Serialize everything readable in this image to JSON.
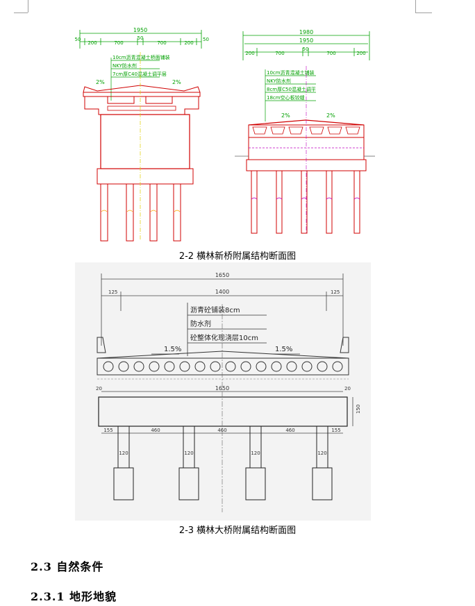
{
  "figures": [
    {
      "id": "fig1",
      "caption": "2-2 横林新桥附属结构断面图",
      "left_drawing": {
        "total_width": "1950",
        "dims": [
          "50",
          "200",
          "700",
          "50",
          "700",
          "200",
          "50"
        ],
        "layers": [
          "10cm沥青混凝土桥面铺装",
          "NKY防水剂",
          "7cm厚C40混凝土调平层"
        ],
        "slopes": [
          "2%",
          "2%"
        ]
      },
      "right_drawing": {
        "total_width": "1980",
        "sub_width": "1950",
        "dims": [
          "200",
          "700",
          "50",
          "700",
          "200"
        ],
        "layers": [
          "10cm沥青混凝土铺装",
          "NKY防水剂",
          "8cm厚C50混凝土调平",
          "18cm空心板铰缝"
        ],
        "slopes": [
          "2%",
          "2%"
        ]
      }
    },
    {
      "id": "fig2",
      "caption": "2-3 横林大桥附属结构断面图",
      "total_width": "1650",
      "inner_width": "1400",
      "edge_left": "125",
      "edge_right": "125",
      "layers": [
        "沥青砼铺装8cm",
        "防水剂",
        "砼整体化现浇层10cm"
      ],
      "slopes": [
        "1.5%",
        "1.5%"
      ],
      "cap_width": "1650",
      "cap_edge_left": "20",
      "cap_edge_right": "20",
      "cap_height": "150",
      "pile_spacing": [
        "155",
        "460",
        "460",
        "460",
        "155"
      ],
      "pile_dia": [
        "120",
        "120",
        "120",
        "120"
      ]
    }
  ],
  "headings": [
    "2.3 自然条件",
    "2.3.1 地形地貌"
  ]
}
